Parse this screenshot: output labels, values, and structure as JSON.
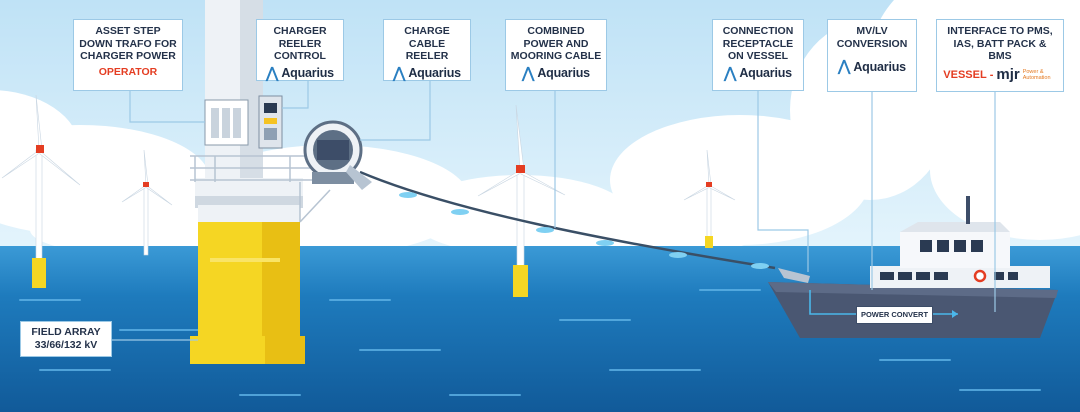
{
  "callouts": {
    "asset_step_down": {
      "title": "ASSET STEP\nDOWN TRAFO FOR\nCHARGER POWER",
      "sub": "OPERATOR"
    },
    "charger_reeler_control": {
      "title": "CHARGER REELER\nCONTROL",
      "brand": "Aquarius"
    },
    "charge_cable_reeler": {
      "title": "CHARGE CABLE\nREELER",
      "brand": "Aquarius"
    },
    "combined_cable": {
      "title": "COMBINED\nPOWER AND\nMOORING CABLE",
      "brand": "Aquarius"
    },
    "connection_receptacle": {
      "title": "CONNECTION\nRECEPTACLE\nON VESSEL",
      "brand": "Aquarius"
    },
    "mv_lv_conversion": {
      "title": "MV/LV\nCONVERSION",
      "brand": "Aquarius"
    },
    "interface": {
      "title": "INTERFACE TO PMS,\nIAS, BATT PACK & BMS",
      "vessel": "VESSEL",
      "dash": "-",
      "mjr": "mjr",
      "mjr_tagline": "Power & Automation"
    }
  },
  "field_array": {
    "line1": "FIELD ARRAY",
    "line2": "33/66/132 kV"
  },
  "power_convert": "POWER CONVERT",
  "colors": {
    "sky": "#cfe9f8",
    "sea": "#1d73b3",
    "tower_yellow": "#f5d623",
    "cable": "#3a4f66",
    "vessel_hull": "#4a5772",
    "callout_border": "#9cc9e6",
    "accent_red": "#e43d22"
  }
}
